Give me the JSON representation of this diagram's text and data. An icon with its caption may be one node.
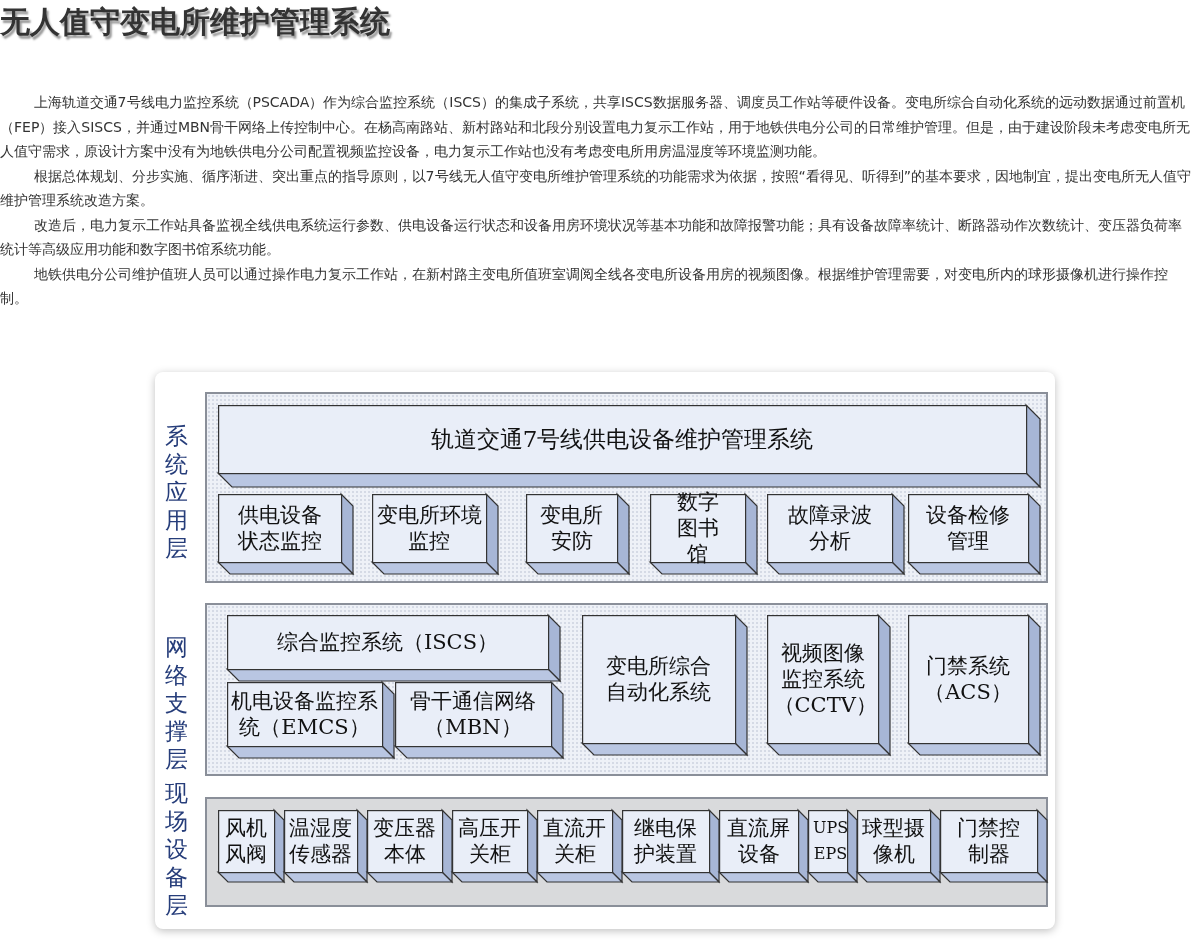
{
  "diagram": {
    "title": "无人值守变电所维护管理系统",
    "nodes": [
      {
        "text": [
          "系统应用层"
        ]
      },
      {
        "text": [
          "轨道交通7号线供电设备维护管理系统"
        ],
        "in": 0
      },
      {
        "text": [
          "供电设备状态监控"
        ],
        "in": 0
      },
      {
        "text": [
          "变电所环境监控"
        ],
        "in": 0
      },
      {
        "text": [
          "变电所安防"
        ],
        "in": 0
      },
      {
        "text": [
          "数字图书馆"
        ],
        "in": 0
      },
      {
        "text": [
          "故障录波分析"
        ],
        "in": 0
      },
      {
        "text": [
          "设备检修管理"
        ],
        "in": 0
      },
      {
        "text": [
          "网络支撑层"
        ]
      },
      {
        "text": [
          "综合监控系统（ISCS）"
        ],
        "in": 8
      },
      {
        "text": [
          "机电设备监控系统（EMCS）"
        ],
        "in": 8
      },
      {
        "text": [
          "骨干通信网络（MBN）"
        ],
        "in": 8
      },
      {
        "text": [
          "变电所综合自动化系统"
        ],
        "in": 8
      },
      {
        "text": [
          "视频图像监控系统（CCTV）"
        ],
        "in": 8
      },
      {
        "text": [
          "门禁系统（ACS）"
        ],
        "in": 8
      },
      {
        "text": [
          "现场设备层"
        ]
      },
      {
        "text": [
          "风机风阀"
        ],
        "in": 15
      },
      {
        "text": [
          "温湿度传感器"
        ],
        "in": 15
      },
      {
        "text": [
          "变压器本体"
        ],
        "in": 15
      },
      {
        "text": [
          "高压开关柜"
        ],
        "in": 15
      },
      {
        "text": [
          "直流开关柜"
        ],
        "in": 15
      },
      {
        "text": [
          "继电保护装置"
        ],
        "in": 15
      },
      {
        "text": [
          "直流屏设备"
        ],
        "in": 15
      },
      {
        "text": [
          "UPS EPS"
        ],
        "in": 15
      },
      {
        "text": [
          "球型摄像机"
        ],
        "in": 15
      },
      {
        "text": [
          "门禁控制器"
        ],
        "in": 15
      }
    ],
    "edges": [],
    "labels": [
      "上海轨道交通7号线电力监控系统（PSCADA）作为综合监控系统（ISCS）的集成子系统，共享ISCS数据服务器、调度员工作站等硬件设备。变电所综合自动化系统的远动数据通过前置机（FEP）接入SISCS，并通过MBN骨干网络上传控制中心。在杨高南路站、新村路站和北段分别设置电力复示工作站，用于地铁供电分公司的日常维护管理。但是，由于建设阶段未考虑变电所无人值守需求，原设计方案中没有为地铁供电分公司配置视频监控设备，电力复示工作站也没有考虑变电所用房温湿度等环境监测功能。",
      "根据总体规划、分步实施、循序渐进、突出重点的指导原则，以7号线无人值守变电所维护管理系统的功能需求为依据，按照“看得见、听得到”的基本要求，因地制宜，提出变电所无人值守维护管理系统改造方案。",
      "改造后，电力复示工作站具备监视全线供电系统运行参数、供电设备运行状态和设备用房环境状况等基本功能和故障报警功能；具有设备故障率统计、断路器动作次数统计、变压器负荷率统计等高级应用功能和数字图书馆系统功能。",
      "地铁供电分公司维护值班人员可以通过操作电力复示工作站，在新村路主变电所值班室调阅全线各变电所设备用房的视频图像。根据维护管理需要，对变电所内的球形摄像机进行操作控制。"
    ]
  }
}
